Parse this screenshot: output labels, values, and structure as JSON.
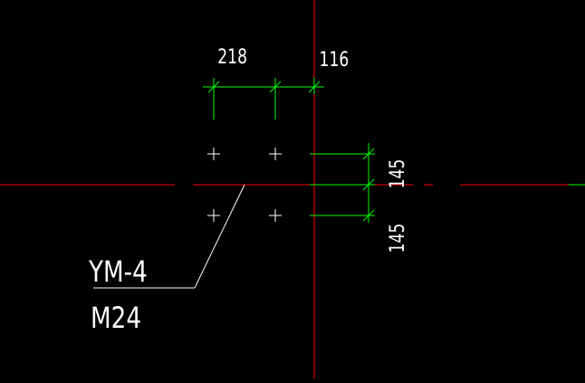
{
  "colors": {
    "background": "#000000",
    "axis": "#ff0000",
    "dimension": "#00ff00",
    "text": "#ffffff",
    "anchor": "#ffffff"
  },
  "dimensions": {
    "horizontal": [
      {
        "label": "218"
      },
      {
        "label": "116"
      }
    ],
    "vertical": [
      {
        "label": "145"
      },
      {
        "label": "145"
      }
    ]
  },
  "annotation": {
    "mark": "YM-4",
    "size": "M24"
  },
  "anchors": [
    {
      "name": "anchor-top-left"
    },
    {
      "name": "anchor-top-right"
    },
    {
      "name": "anchor-bottom-left"
    },
    {
      "name": "anchor-bottom-right"
    }
  ]
}
